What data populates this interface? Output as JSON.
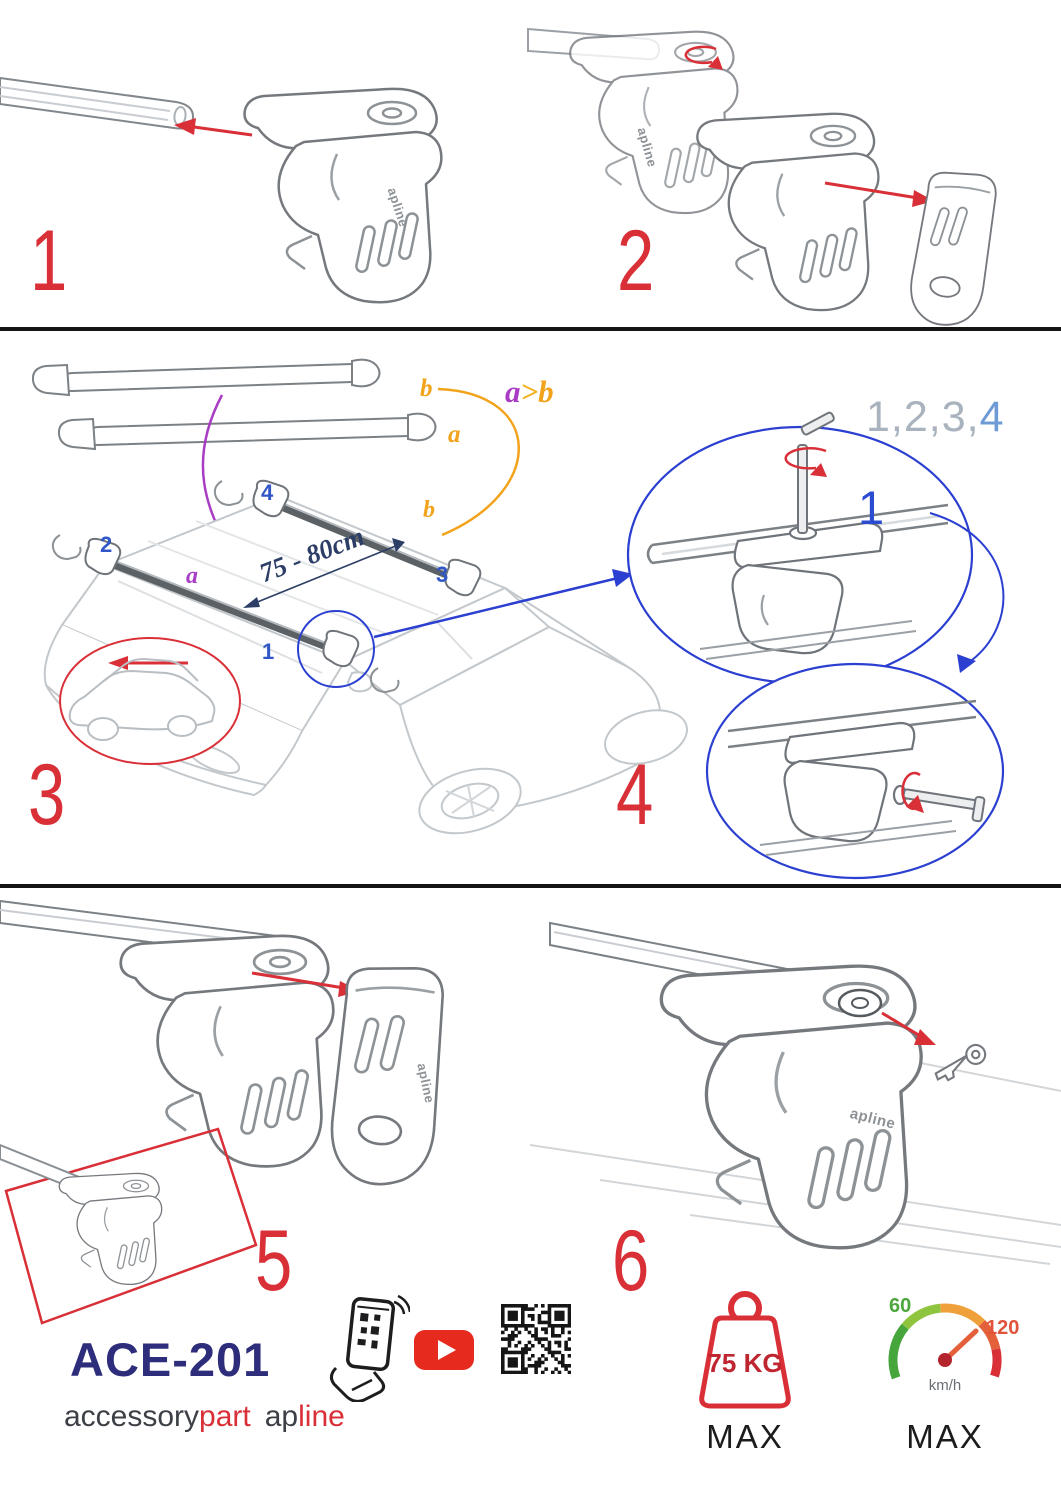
{
  "doc": {
    "product_model": "ACE-201",
    "brand": {
      "word1": "accessory",
      "word2": "part",
      "word3": "ap",
      "word4": "line",
      "logo": "apline"
    }
  },
  "steps": {
    "n1": "1",
    "n2": "2",
    "n3": "3",
    "n4": "4",
    "n5": "5",
    "n6": "6"
  },
  "assembly": {
    "bar_label_top": "b",
    "bar_label_bottom": "a",
    "order": {
      "a": "a",
      "gt": ">",
      "b": "b"
    },
    "sequence": {
      "prefix": "1,2,3,",
      "last": "4"
    },
    "bar_span": "75 - 80cm",
    "positions": {
      "p1": "1",
      "p2": "2",
      "p3": "3",
      "p4": "4"
    },
    "car_labels": {
      "front_bar": "a",
      "rear_bar": "b"
    },
    "detail_number": "1"
  },
  "limits": {
    "max_load": "75 KG",
    "max_load_caption": "MAX",
    "speed_low": "60",
    "speed_high": "120",
    "speed_unit": "km/h",
    "speed_caption": "MAX"
  },
  "colors": {
    "step_red": "#d93038",
    "detail_blue": "#2b3fd0",
    "label_orange": "#f2a31c",
    "label_purple": "#a93cc4",
    "sequence_gray": "#a9b3bd",
    "brand_navy": "#2d2d7b"
  }
}
